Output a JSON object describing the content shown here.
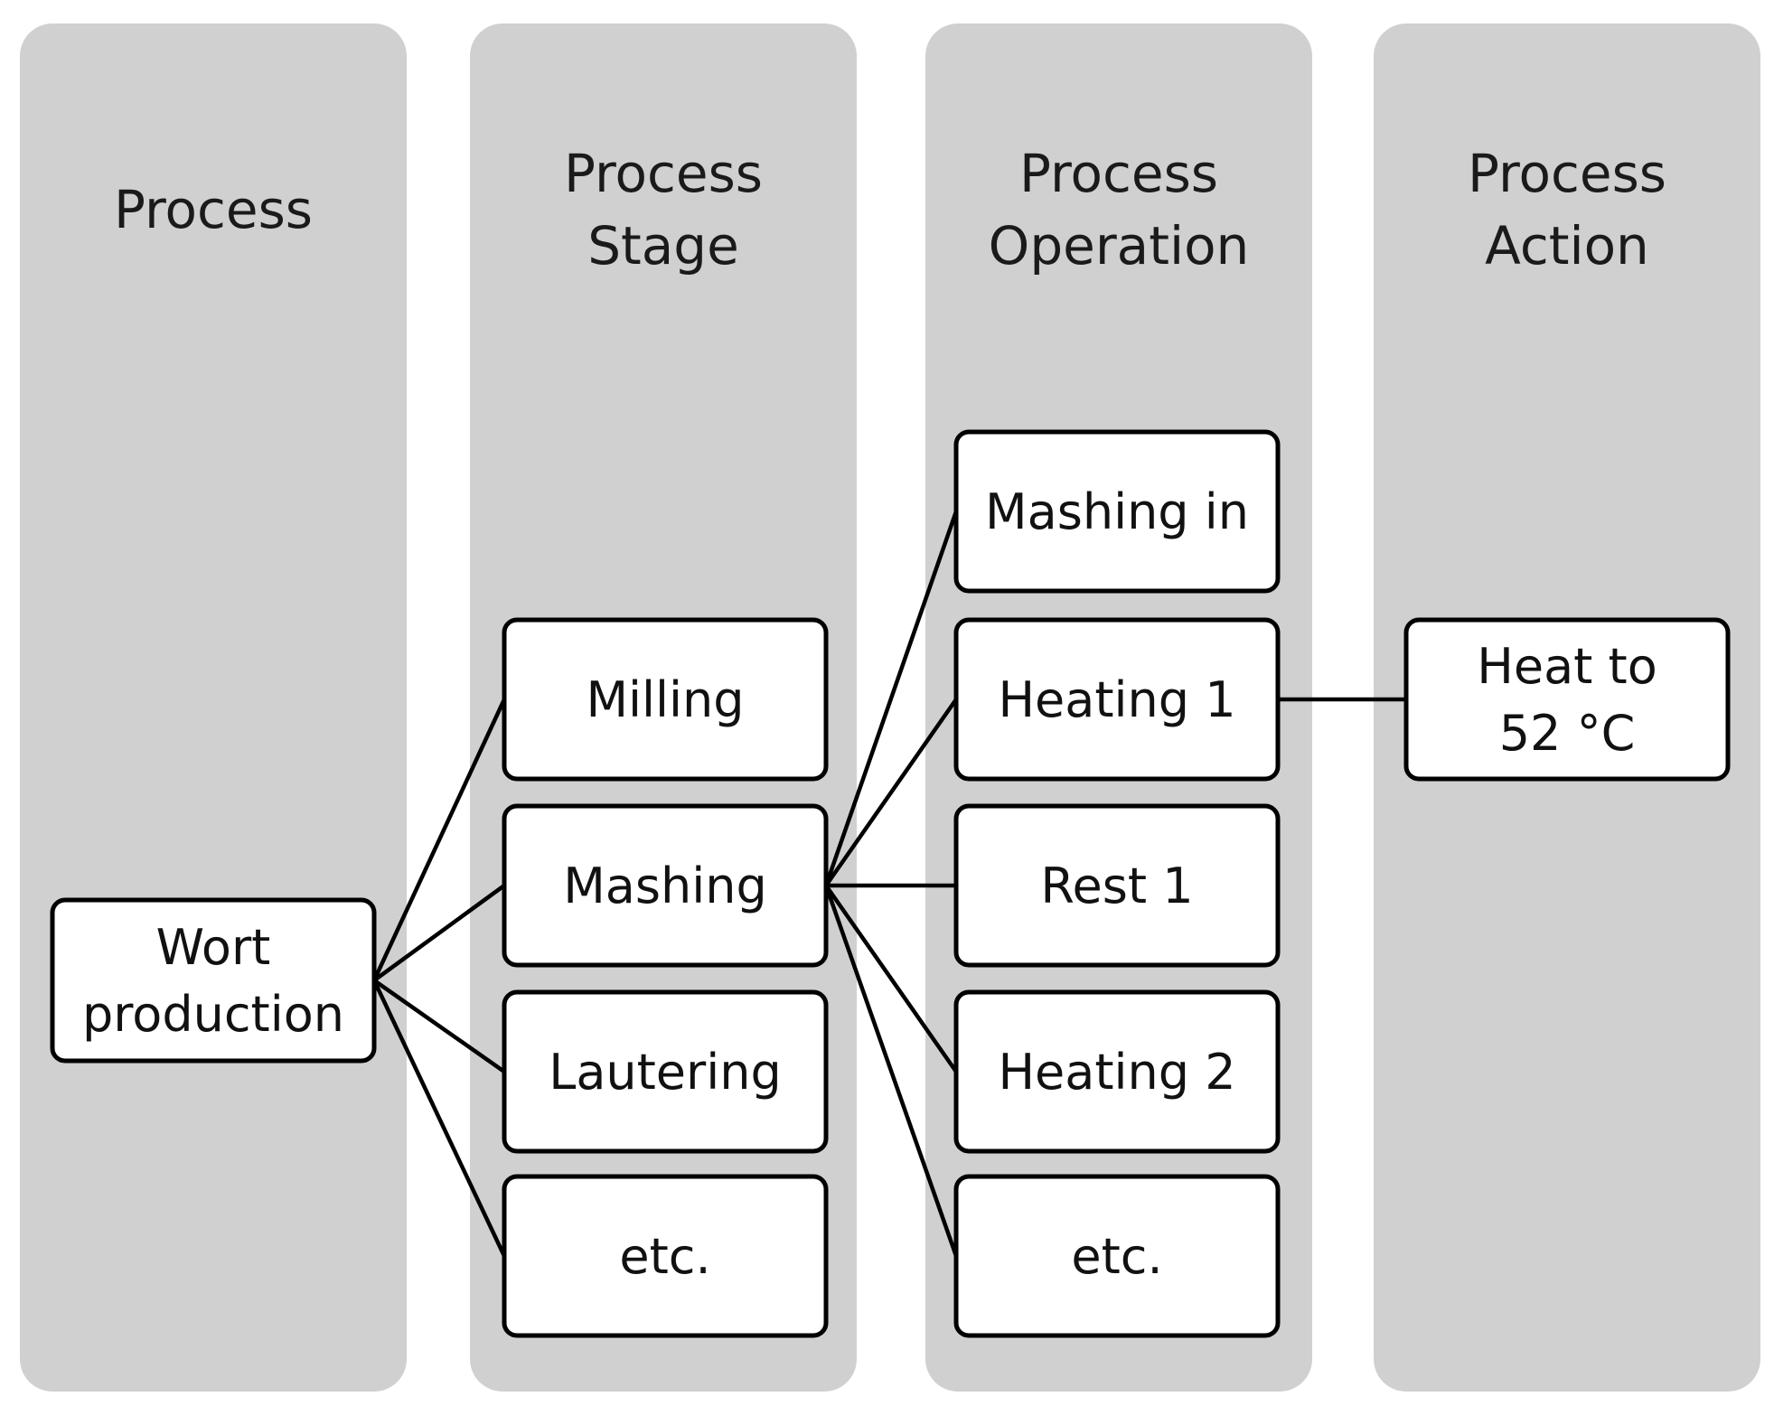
{
  "columns": [
    {
      "id": "process",
      "title_lines": [
        "Process"
      ]
    },
    {
      "id": "stage",
      "title_lines": [
        "Process",
        "Stage"
      ]
    },
    {
      "id": "operation",
      "title_lines": [
        "Process",
        "Operation"
      ]
    },
    {
      "id": "action",
      "title_lines": [
        "Process",
        "Action"
      ]
    }
  ],
  "nodes": {
    "wort_production": {
      "column": "process",
      "lines": [
        "Wort",
        "production"
      ]
    },
    "milling": {
      "column": "stage",
      "lines": [
        "Milling"
      ]
    },
    "mashing": {
      "column": "stage",
      "lines": [
        "Mashing"
      ]
    },
    "lautering": {
      "column": "stage",
      "lines": [
        "Lautering"
      ]
    },
    "stage_etc": {
      "column": "stage",
      "lines": [
        "etc."
      ]
    },
    "mashing_in": {
      "column": "operation",
      "lines": [
        "Mashing in"
      ]
    },
    "heating_1": {
      "column": "operation",
      "lines": [
        "Heating 1"
      ]
    },
    "rest_1": {
      "column": "operation",
      "lines": [
        "Rest 1"
      ]
    },
    "heating_2": {
      "column": "operation",
      "lines": [
        "Heating 2"
      ]
    },
    "operation_etc": {
      "column": "operation",
      "lines": [
        "etc."
      ]
    },
    "heat_to_52": {
      "column": "action",
      "lines": [
        "Heat to",
        "52 °C"
      ]
    }
  },
  "edges": [
    {
      "from": "wort_production",
      "to": "milling"
    },
    {
      "from": "wort_production",
      "to": "mashing"
    },
    {
      "from": "wort_production",
      "to": "lautering"
    },
    {
      "from": "wort_production",
      "to": "stage_etc"
    },
    {
      "from": "mashing",
      "to": "mashing_in"
    },
    {
      "from": "mashing",
      "to": "heating_1"
    },
    {
      "from": "mashing",
      "to": "rest_1"
    },
    {
      "from": "mashing",
      "to": "heating_2"
    },
    {
      "from": "mashing",
      "to": "operation_etc"
    },
    {
      "from": "heating_1",
      "to": "heat_to_52"
    }
  ],
  "colors": {
    "column_background": "#d0d0d0",
    "node_fill": "#ffffff",
    "node_stroke": "#000000",
    "text": "#111111"
  }
}
